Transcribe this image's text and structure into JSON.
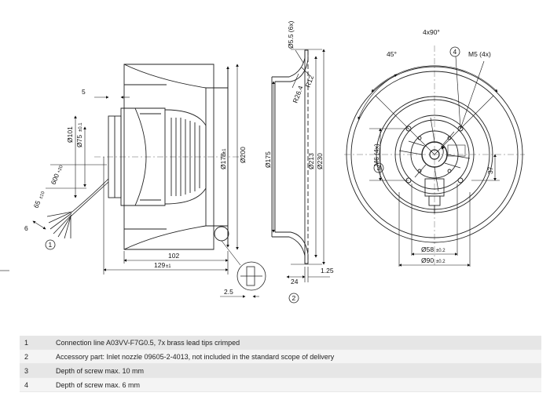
{
  "drawing": {
    "side_view": {
      "dims": {
        "d5": "5",
        "d101": "Ø101",
        "d75": "Ø75",
        "d75_tol": "±0.1",
        "d600": "600",
        "d600_tol": "+20",
        "d65": "65",
        "d65_tol": "±10",
        "d6": "6",
        "d178": "Ø178",
        "d178_tol": "±1",
        "d200": "Ø200",
        "d102": "102",
        "d129": "129",
        "d129_tol": "±1",
        "d2_5": "2.5"
      },
      "callout": "1"
    },
    "nozzle_view": {
      "dims": {
        "d5_5": "Ø5.5 (6x)",
        "r12": "R12",
        "r26": "R26.4",
        "d175": "Ø175",
        "d213": "Ø213",
        "d230": "Ø230",
        "d24": "24",
        "d1_25": "1.25"
      },
      "callout": "2"
    },
    "front_view": {
      "dims": {
        "angle4x90": "4x90°",
        "angle45": "45°",
        "m5": "M5 (4x)",
        "m6": "M6 (4x)",
        "d37": "37",
        "d58": "Ø58",
        "d58_tol": "±0.2",
        "d90": "Ø90",
        "d90_tol": "±0.2"
      },
      "callout3": "3",
      "callout4": "4"
    }
  },
  "notes": [
    {
      "num": "1",
      "text": "Connection line A03VV-F7G0.5, 7x brass lead tips crimped"
    },
    {
      "num": "2",
      "text": "Accessory part: Inlet nozzle 09605-2-4013, not included in the standard scope of delivery"
    },
    {
      "num": "3",
      "text": "Depth of screw max. 10 mm"
    },
    {
      "num": "4",
      "text": "Depth of screw max. 6 mm"
    }
  ]
}
